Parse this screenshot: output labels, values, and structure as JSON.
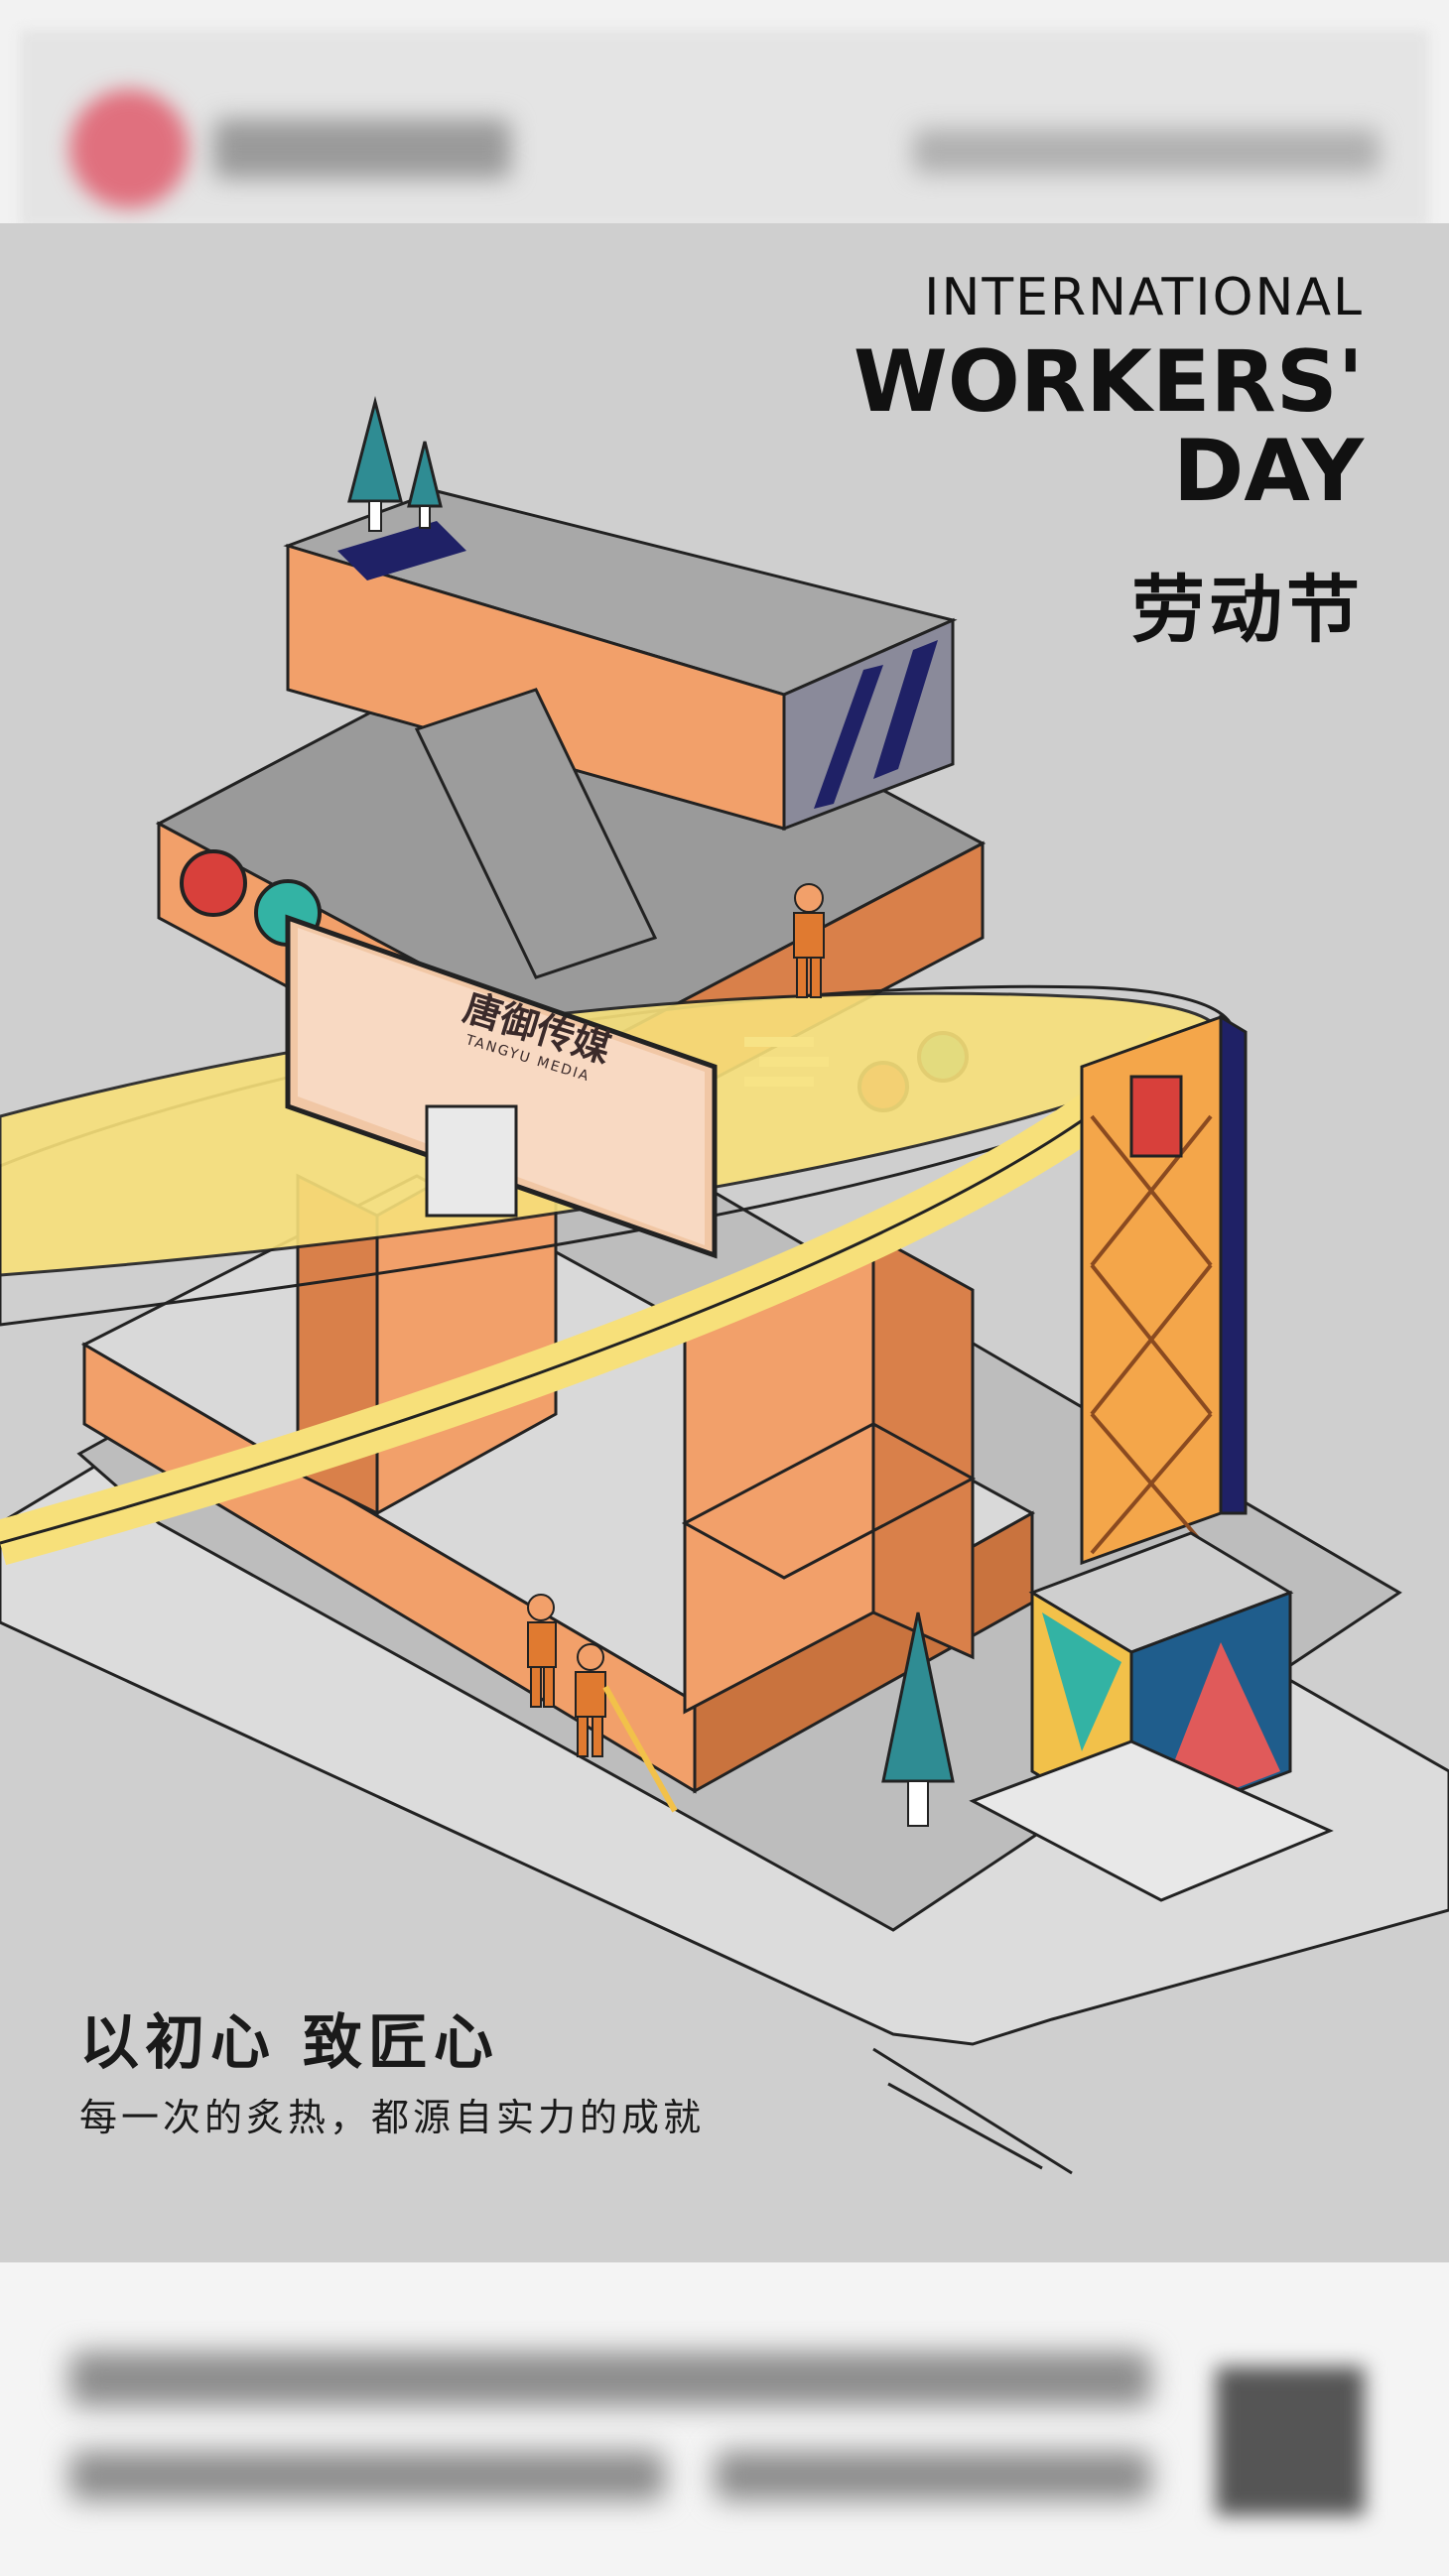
{
  "poster": {
    "title_en_line1": "INTERNATIONAL",
    "title_en_line2": "WORKERS'",
    "title_en_line3": "DAY",
    "title_cn": "劳动节",
    "slogan": "以初心 致匠心",
    "subline": "每一次的炙热，都源自实力的成就"
  },
  "billboard": {
    "brand_cn": "唐御传媒",
    "brand_en": "TANGYU MEDIA"
  },
  "colors": {
    "background": "#cfcfcf",
    "orange": "#f2a06a",
    "orange_dark": "#d9804a",
    "yellow": "#f7e07a",
    "navy": "#1f2166",
    "teal": "#2f8c93",
    "red": "#d8403b"
  }
}
